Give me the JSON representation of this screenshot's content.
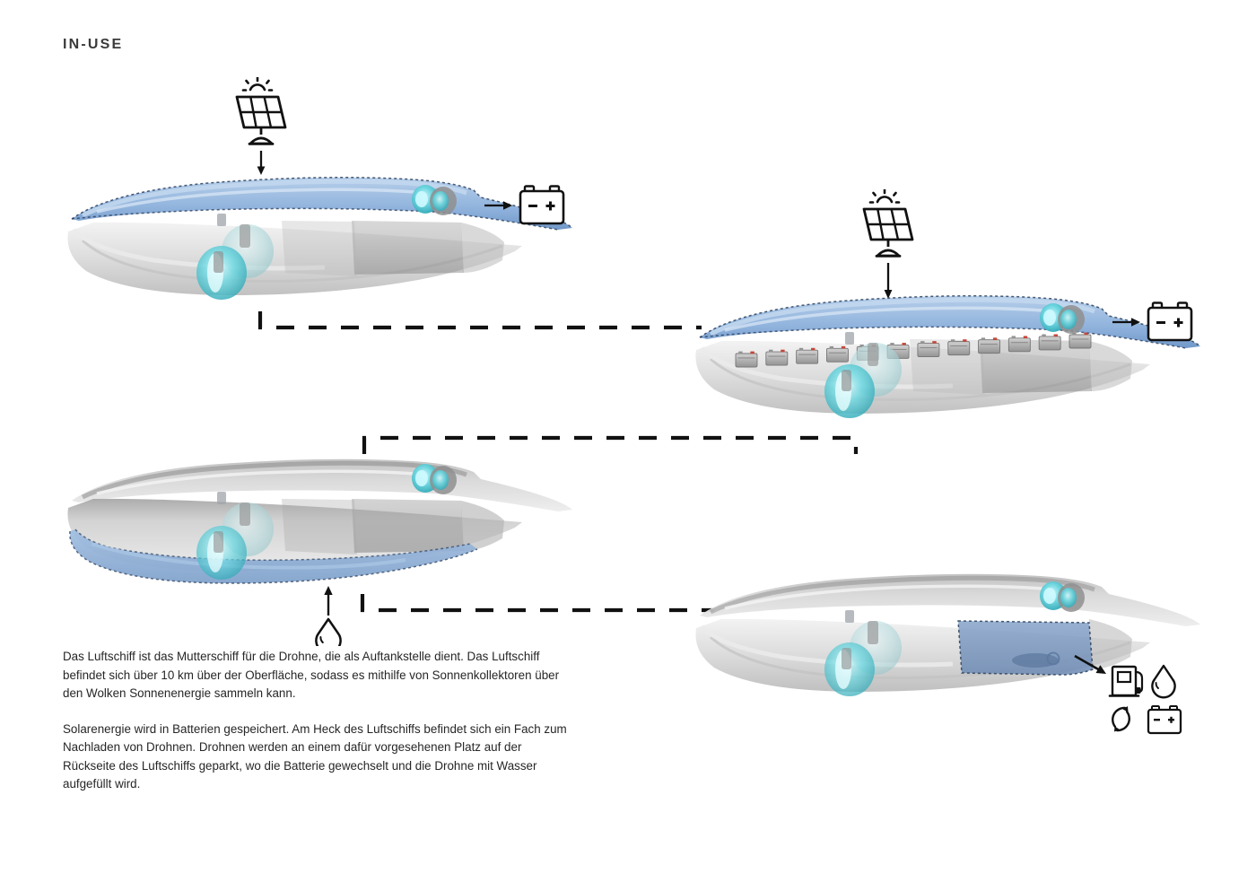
{
  "page": {
    "section_title": "IN-USE",
    "background_color": "#ffffff",
    "ink_color": "#2b2b2b"
  },
  "palette": {
    "solar_blue": "#7ba2d0",
    "solar_blue_light": "#a8c4e4",
    "solar_blue_dark": "#5b86b8",
    "hull_grey": "#d9d9d9",
    "hull_grey_dark": "#9e9e9e",
    "hull_grey_light": "#efefef",
    "turbine_cyan": "#4fd4dd",
    "turbine_cyan_dark": "#1f9fae",
    "ballast_blue": "#8fb0d8",
    "dock_blue": "#7e9cc4",
    "line_black": "#111111"
  },
  "panels": [
    {
      "id": "panel-1",
      "name": "solar-charging-above-clouds",
      "ship_variant": "solar-top",
      "icons": {
        "source": {
          "name": "solar-panel-icon",
          "label": "solar-panel"
        },
        "sun": {
          "name": "sun-icon",
          "label": "sun"
        },
        "flow_arrow": {
          "name": "down-arrow-icon",
          "label": "arrow-down"
        },
        "out_arrow": {
          "name": "right-arrow-icon",
          "label": "arrow-right"
        },
        "target": {
          "name": "battery-icon",
          "label": "battery",
          "minus": "–",
          "plus": "+"
        }
      }
    },
    {
      "id": "panel-2",
      "name": "energy-stored-in-batteries",
      "ship_variant": "solar-top-with-battery-bank",
      "battery_count": 12,
      "icons": {
        "source": {
          "name": "solar-panel-icon",
          "label": "solar-panel"
        },
        "sun": {
          "name": "sun-icon",
          "label": "sun"
        },
        "flow_arrow": {
          "name": "down-arrow-icon",
          "label": "arrow-down"
        },
        "out_arrow": {
          "name": "right-arrow-icon",
          "label": "arrow-right"
        },
        "target": {
          "name": "battery-icon",
          "label": "battery",
          "minus": "–",
          "plus": "+"
        }
      }
    },
    {
      "id": "panel-3",
      "name": "water-ballast-intake",
      "ship_variant": "water-ballast-belly",
      "icons": {
        "flow_arrow": {
          "name": "up-arrow-icon",
          "label": "arrow-up"
        },
        "source": {
          "name": "water-drop-icon",
          "label": "water-drop"
        }
      }
    },
    {
      "id": "panel-4",
      "name": "drone-docking-bay",
      "ship_variant": "rear-docking-bay",
      "icons": {
        "out_arrow": {
          "name": "diagonal-arrow-icon",
          "label": "arrow-diagonal"
        },
        "services": [
          {
            "name": "fuel-pump-icon",
            "label": "fuel-pump"
          },
          {
            "name": "water-drop-icon",
            "label": "water-drop"
          },
          {
            "name": "recycle-arrows-icon",
            "label": "recycle-cycle"
          },
          {
            "name": "battery-icon",
            "label": "battery"
          }
        ]
      }
    }
  ],
  "connectors": [
    {
      "name": "connector-1-to-2",
      "style": "dashed",
      "corner": "left-up"
    },
    {
      "name": "connector-2-to-3",
      "style": "dashed",
      "corner": "both-ends"
    },
    {
      "name": "connector-3-to-4",
      "style": "dashed",
      "corner": "left-up"
    }
  ],
  "description": {
    "paragraph_1": "Das Luftschiff ist das Mutterschiff für die Drohne, die als Auftankstelle dient. Das Luftschiff befindet sich über 10 km über der Oberfläche, sodass es mithilfe von Sonnenkollektoren über den Wolken Sonnenenergie sammeln kann.",
    "paragraph_2": "Solarenergie wird in Batterien gespeichert.  Am Heck des Luftschiffs befindet sich ein Fach zum Nachladen von Drohnen. Drohnen werden an einem dafür vorgesehenen Platz auf der Rückseite des Luftschiffs geparkt, wo die Batterie gewechselt und die Drohne mit Wasser aufgefüllt wird."
  }
}
